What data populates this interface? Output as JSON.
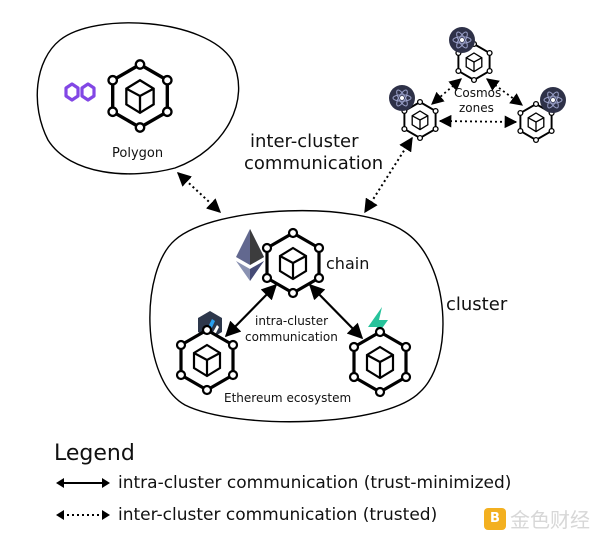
{
  "diagram": {
    "polygon_label": "Polygon",
    "inter_cluster_label_line1": "inter-cluster",
    "inter_cluster_label_line2": "communication",
    "cosmos_label_line1": "Cosmos",
    "cosmos_label_line2": "zones",
    "chain_label": "chain",
    "intra_cluster_label_line1": "intra-cluster",
    "intra_cluster_label_line2": "communication",
    "ethereum_label": "Ethereum ecosystem",
    "cluster_label": "cluster"
  },
  "legend": {
    "title": "Legend",
    "items": [
      {
        "label": "intra-cluster communication (trust-minimized)",
        "style": "solid"
      },
      {
        "label": "inter-cluster communication (trusted)",
        "style": "dotted"
      }
    ]
  },
  "watermark": {
    "text": "金色财经"
  },
  "colors": {
    "polygon_purple": "#8247e5",
    "cosmos_navy": "#2e3148",
    "arbitrum_blue": "#2d374b",
    "zksync_green": "#27c39b",
    "ethereum_gray": "#62688f"
  }
}
